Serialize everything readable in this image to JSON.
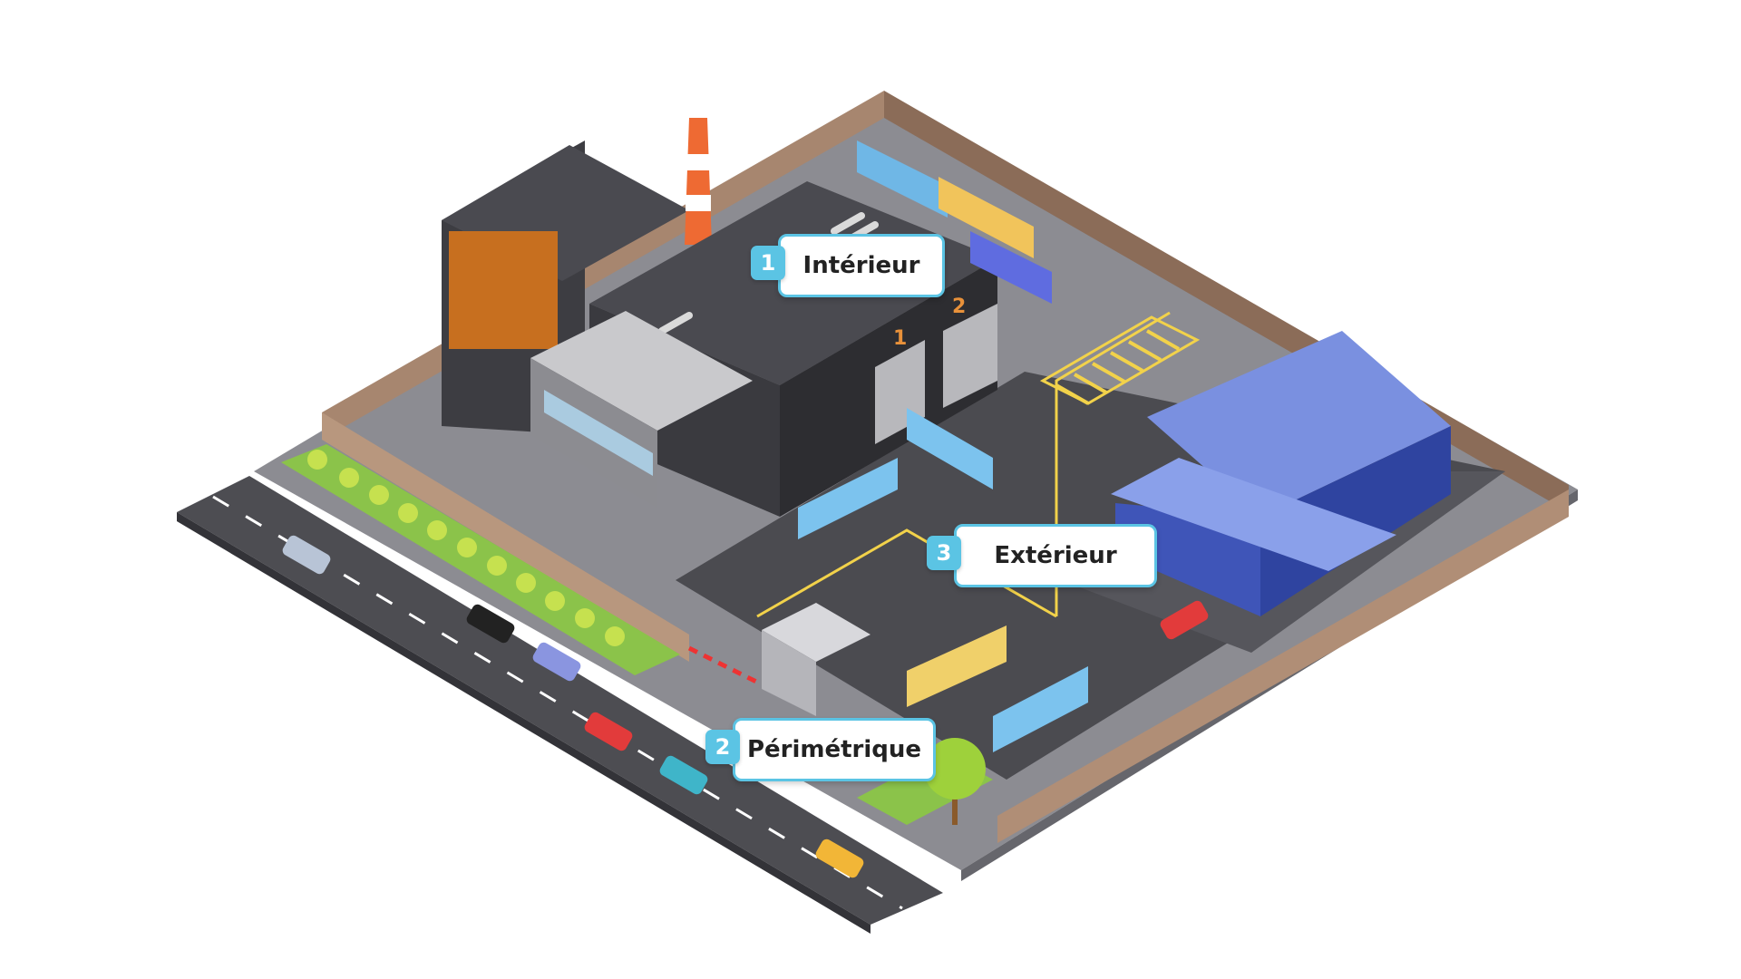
{
  "colors": {
    "accent": "#5bc4e4",
    "asphalt": "#4a4a4e",
    "fence": "#a0806a",
    "warehouse": "#6a86d6",
    "lane_marking": "#f2d24a"
  },
  "callouts": [
    {
      "number": "1",
      "label": "Intérieur"
    },
    {
      "number": "2",
      "label": "Périmétrique"
    },
    {
      "number": "3",
      "label": "Extérieur"
    }
  ],
  "dock_numbers": [
    "1",
    "2"
  ]
}
